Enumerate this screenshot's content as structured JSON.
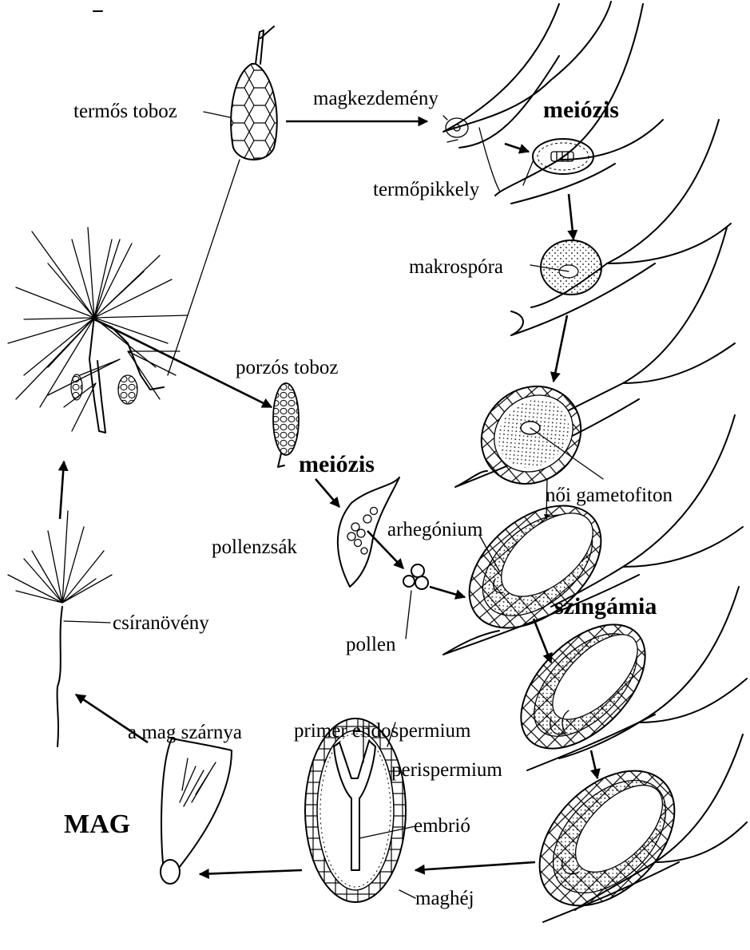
{
  "labels": {
    "termos_toboz": "termős toboz",
    "magkezdemeny": "magkezdemény",
    "meiozis_1": "meiózis",
    "termopikkely": "termőpikkely",
    "makrospora": "makrospóra",
    "porzos_toboz": "porzós toboz",
    "meiozis_2": "meiózis",
    "noi_gametofiton": "női gametofiton",
    "arhegonium": "arhegónium",
    "pollenzsak": "pollenzsák",
    "szingamia": "szingámia",
    "pollen": "pollen",
    "csiranoveny": "csíranövény",
    "a_mag_szarnya": "a mag szárnya",
    "primer_endospermium": "primer endospermium",
    "perispermium": "perispermium",
    "embrio": "embrió",
    "mag": "MAG",
    "maghej": "maghéj"
  }
}
